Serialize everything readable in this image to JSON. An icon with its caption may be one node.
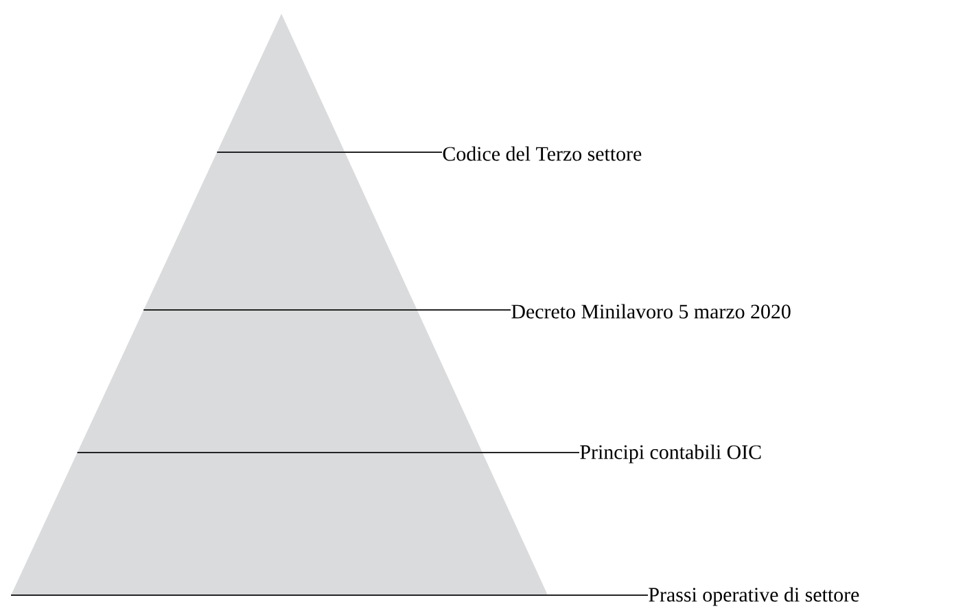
{
  "diagram": {
    "nodes": [
      {
        "text": [],
        "shape": "triangle"
      },
      {
        "text": [
          "Codice del Terzo settore"
        ]
      },
      {
        "text": [
          "Decreto Minilavoro 5 marzo 2020"
        ]
      },
      {
        "text": [
          "Principi contabili OIC"
        ]
      },
      {
        "text": [
          "Prassi operative di settore"
        ]
      }
    ],
    "edges": [
      {
        "from": 1,
        "to": 0,
        "arrow": "none"
      },
      {
        "from": 2,
        "to": 0,
        "arrow": "none"
      },
      {
        "from": 3,
        "to": 0,
        "arrow": "none"
      },
      {
        "from": 4,
        "to": 0,
        "arrow": "none"
      }
    ]
  }
}
